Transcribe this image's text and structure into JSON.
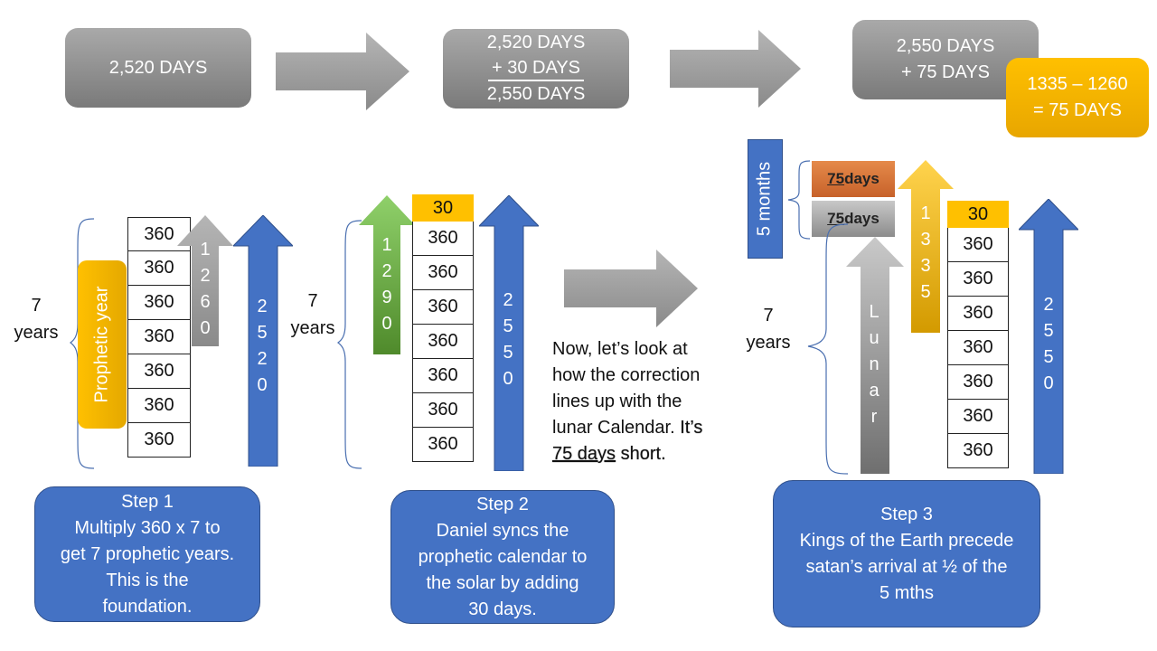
{
  "top": {
    "box1": "2,520 DAYS",
    "box2": {
      "line1": "2,520 DAYS",
      "line2": "+  30 DAYS",
      "line3": "2,550 DAYS"
    },
    "box3": {
      "line1": "2,550 DAYS",
      "line2": "+ 75 DAYS"
    },
    "box4": {
      "line1": "1335 – 1260",
      "line2": "= 75 DAYS"
    }
  },
  "panel1": {
    "seven": "7",
    "years": "years",
    "prophetic_label": "Prophetic year",
    "cells": [
      "360",
      "360",
      "360",
      "360",
      "360",
      "360",
      "360"
    ],
    "gray_arrow_digits": [
      "1",
      "2",
      "6",
      "0"
    ],
    "blue_arrow_digits": [
      "2",
      "5",
      "2",
      "0"
    ]
  },
  "panel2": {
    "seven": "7",
    "years": "years",
    "cap": "30",
    "cells": [
      "360",
      "360",
      "360",
      "360",
      "360",
      "360",
      "360"
    ],
    "green_arrow_digits": [
      "1",
      "2",
      "9",
      "0"
    ],
    "blue_arrow_digits": [
      "2",
      "5",
      "5",
      "0"
    ]
  },
  "note": {
    "line1": "Now, let’s look at",
    "line2": "how the correction",
    "line3": "lines up with the",
    "line4_a": "lunar Calendar. ",
    "line4_b": "It’s",
    "line5_a": "75 days",
    "line5_b": " short."
  },
  "panel3": {
    "months": "5 months",
    "tab_orange": {
      "n": "75",
      "rest": " days"
    },
    "tab_gray": {
      "n": "75",
      "rest": " days"
    },
    "yellow_arrow_digits": [
      "1",
      "3",
      "3",
      "5"
    ],
    "cap": "30",
    "seven": "7",
    "years": "years",
    "lunar_letters": [
      "L",
      "u",
      "n",
      "a",
      "r"
    ],
    "cells": [
      "360",
      "360",
      "360",
      "360",
      "360",
      "360",
      "360"
    ],
    "blue_arrow_digits": [
      "2",
      "5",
      "5",
      "0"
    ]
  },
  "steps": {
    "step1": [
      "Step 1",
      "Multiply 360 x 7 to",
      "get 7 prophetic years.",
      "This is the",
      "foundation."
    ],
    "step2": [
      "Step 2",
      "Daniel syncs the",
      "prophetic calendar to",
      "the solar by adding",
      "30 days."
    ],
    "step3": [
      "Step 3",
      "Kings of the Earth precede",
      "satan’s arrival at ½ of the",
      "5 mths"
    ]
  },
  "colors": {
    "blue": "#4472c4",
    "gray": "#8c8c8c",
    "yellow": "#ffc000",
    "green": "#70ad47",
    "orange": "#e07b39"
  }
}
